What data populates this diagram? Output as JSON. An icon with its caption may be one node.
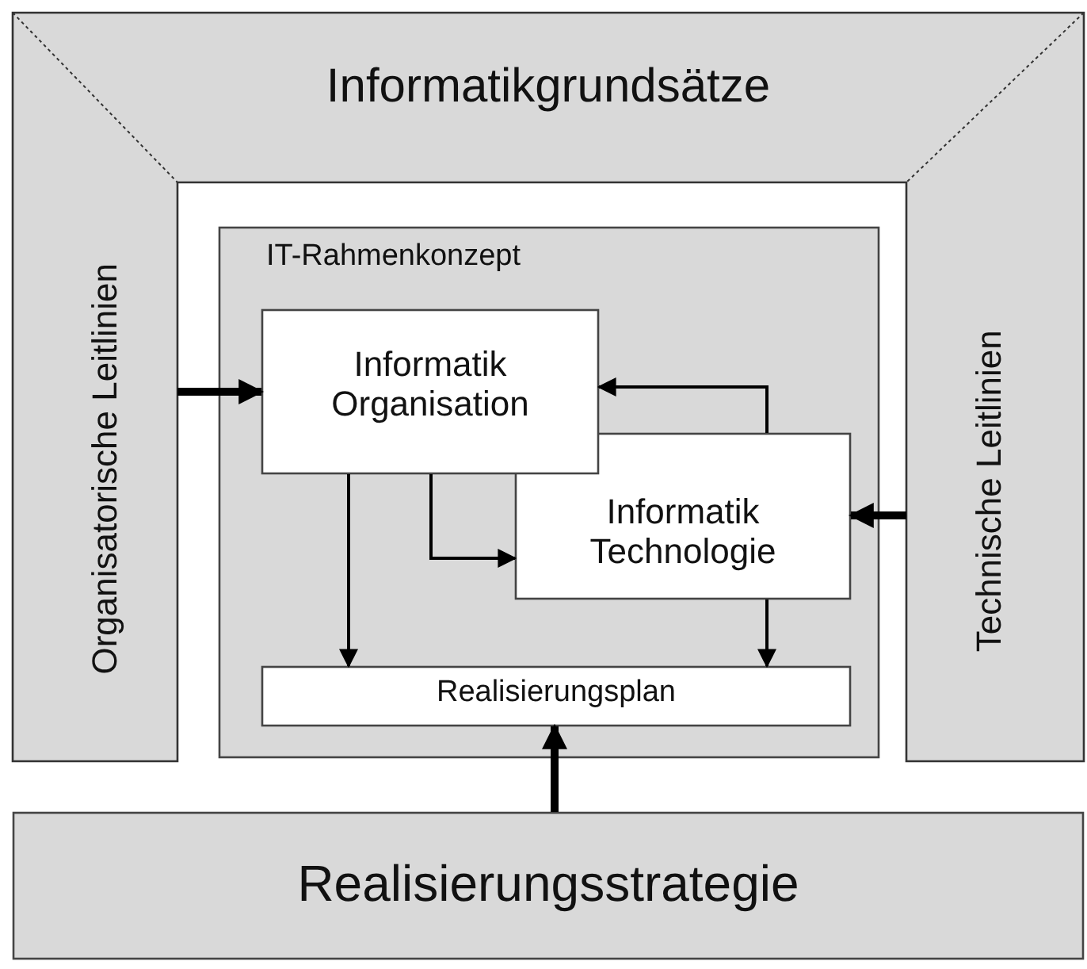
{
  "diagram": {
    "nodes": [
      {
        "text": [
          "Informatikgrundsätze"
        ]
      },
      {
        "text": [
          "Organisatorische Leitlinien"
        ]
      },
      {
        "text": [
          "Technische Leitlinien"
        ]
      },
      {
        "text": [
          "IT-Rahmenkonzept"
        ]
      },
      {
        "text": [
          "Informatik Organisation"
        ],
        "in": 3
      },
      {
        "text": [
          "Informatik Technologie"
        ],
        "in": 3
      },
      {
        "text": [
          "Realisierungsplan"
        ],
        "in": 3
      },
      {
        "text": [
          "Realisierungsstrategie"
        ]
      }
    ],
    "edges": [
      {
        "from": 1,
        "to": 4,
        "arrow": "to",
        "style": "thick"
      },
      {
        "from": 5,
        "to": 4,
        "arrow": "to"
      },
      {
        "from": 4,
        "to": 5,
        "arrow": "to"
      },
      {
        "from": 2,
        "to": 5,
        "arrow": "to",
        "style": "thick"
      },
      {
        "from": 4,
        "to": 6,
        "arrow": "to"
      },
      {
        "from": 5,
        "to": 6,
        "arrow": "to"
      },
      {
        "from": 7,
        "to": 6,
        "arrow": "to",
        "style": "thick"
      }
    ]
  }
}
